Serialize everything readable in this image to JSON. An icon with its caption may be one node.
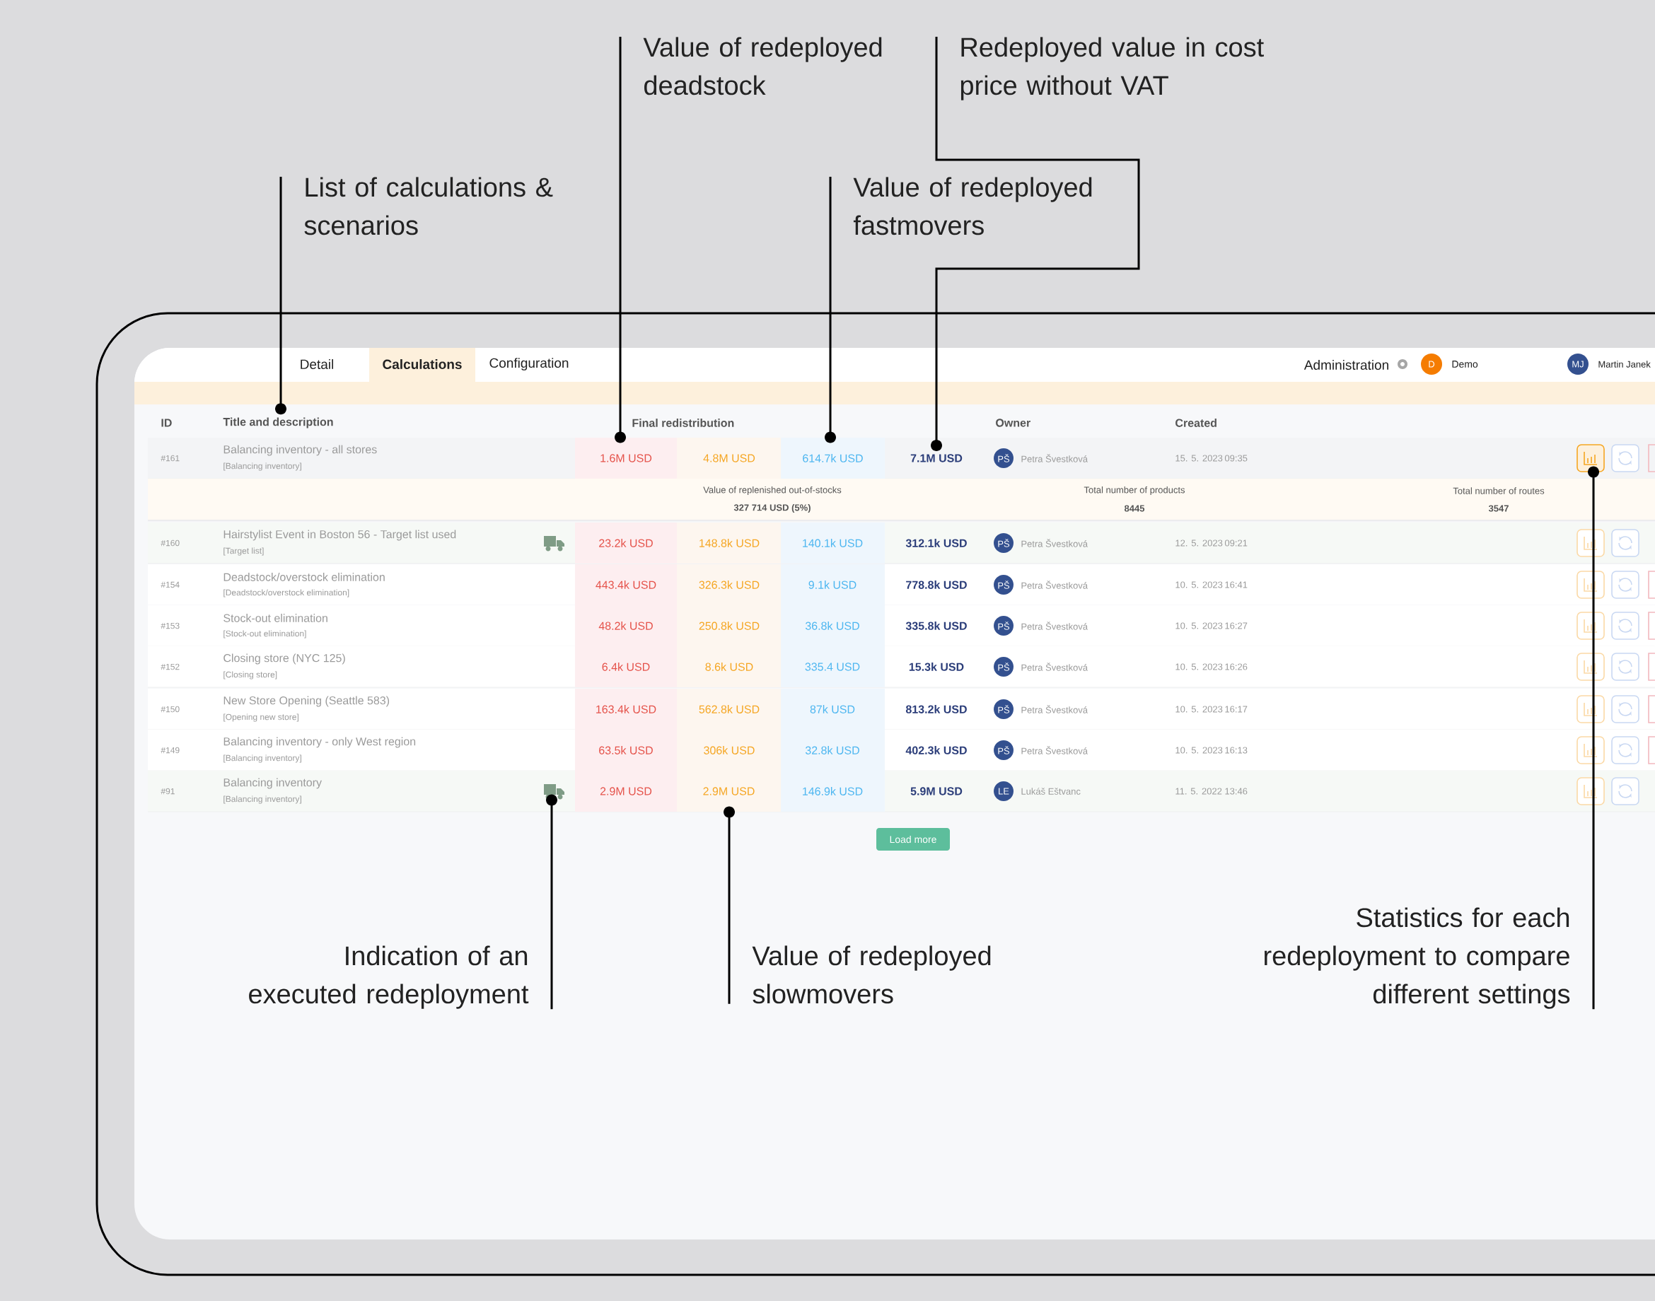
{
  "diagram": {
    "nodes": [
      {
        "text": [
          "List of calculations & scenarios"
        ]
      },
      {
        "text": [
          "Value of redeployed deadstock"
        ]
      },
      {
        "text": [
          "Value of redeployed fastmovers"
        ]
      },
      {
        "text": [
          "Redeployed value in cost price without VAT"
        ]
      },
      {
        "text": [
          "Indication of an executed redeployment"
        ]
      },
      {
        "text": [
          "Value of redeployed slowmovers"
        ]
      },
      {
        "text": [
          "Statistics for each redeployment to compare different settings"
        ]
      },
      {
        "text": [
          "Title and description"
        ]
      },
      {
        "text": [
          "1.6M USD"
        ]
      },
      {
        "text": [
          "614.7k USD"
        ]
      },
      {
        "text": [
          "7.1M USD"
        ]
      },
      {
        "text": [],
        "shape": "picture"
      },
      {
        "text": [
          "2.9M USD"
        ]
      },
      {
        "text": [],
        "shape": "box"
      }
    ],
    "edges": [
      {
        "from": 0,
        "to": 7,
        "arrow": "other"
      },
      {
        "from": 1,
        "to": 8,
        "arrow": "other"
      },
      {
        "from": 2,
        "to": 9,
        "arrow": "other"
      },
      {
        "from": 3,
        "to": 10,
        "arrow": "other"
      },
      {
        "from": 4,
        "to": 11,
        "arrow": "other"
      },
      {
        "from": 5,
        "to": 12,
        "arrow": "other"
      },
      {
        "from": 6,
        "to": 13,
        "arrow": "other"
      }
    ],
    "labels": [
      "Detail",
      "Calculations",
      "Configuration",
      "Administration",
      "D",
      "Demo",
      "MJ",
      "Martin Janek",
      "ID",
      "Final redistribution",
      "Owner",
      "Created",
      "#161",
      "Balancing inventory - all stores",
      "[Balancing inventory]",
      "4.8M USD",
      "PŠ",
      "Petra Švestková",
      "15. 5. 2023",
      "09:35",
      "Value of replenished out-of-stocks",
      "327 714 USD (5%)",
      "Total number of products",
      "8445",
      "Total number of routes",
      "3547",
      "#160",
      "Hairstylist Event in Boston 56 - Target list used",
      "[Target list]",
      "23.2k USD",
      "148.8k USD",
      "140.1k USD",
      "312.1k USD",
      "PŠ",
      "Petra Švestková",
      "12. 5. 2023",
      "09:21",
      "#154",
      "Deadstock/overstock elimination",
      "[Deadstock/overstock elimination]",
      "443.4k USD",
      "326.3k USD",
      "9.1k USD",
      "778.8k USD",
      "PŠ",
      "Petra Švestková",
      "10. 5. 2023",
      "16:41",
      "#153",
      "Stock-out elimination",
      "[Stock-out elimination]",
      "48.2k USD",
      "250.8k USD",
      "36.8k USD",
      "335.8k USD",
      "PŠ",
      "Petra Švestková",
      "10. 5. 2023",
      "16:27",
      "#152",
      "Closing store (NYC 125)",
      "[Closing store]",
      "6.4k USD",
      "8.6k USD",
      "335.4 USD",
      "15.3k USD",
      "PŠ",
      "Petra Švestková",
      "10. 5. 2023",
      "16:26",
      "#150",
      "New Store Opening (Seattle 583)",
      "[Opening new store]",
      "163.4k USD",
      "562.8k USD",
      "87k USD",
      "813.2k USD",
      "PŠ",
      "Petra Švestková",
      "10. 5. 2023",
      "16:17",
      "#149",
      "Balancing inventory - only West region",
      "[Balancing inventory]",
      "63.5k USD",
      "306k USD",
      "32.8k USD",
      "402.3k USD",
      "PŠ",
      "Petra Švestková",
      "10. 5. 2023",
      "16:13",
      "#91",
      "Balancing inventory",
      "[Balancing inventory]",
      "2.9M USD",
      "146.9k USD",
      "5.9M USD",
      "LE",
      "Lukáš Eštvanc",
      "11. 5. 2022",
      "13:46",
      "Load more"
    ]
  }
}
